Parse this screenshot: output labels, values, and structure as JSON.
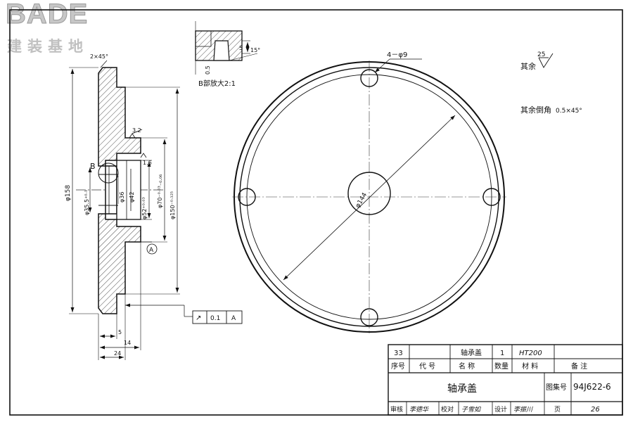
{
  "watermark": {
    "brand": "BADE",
    "subtitle": "建装基地"
  },
  "side_view": {
    "dims": {
      "chamfer": "2×45°",
      "outer_dia": "φ158",
      "groove_dia": "φ35.5⁺⁰·¹",
      "bore_36": "φ36",
      "bore_42": "φ42",
      "dia_52": "φ52⁺⁰·⁰³",
      "dia_70": "φ70⁻⁰·⁰³₋₀.₀₆",
      "dia_150": "φ150⁻⁰·¹²⁵",
      "len_5": "5",
      "len_14": "14",
      "len_24": "24"
    },
    "roughness_32": "3.2",
    "roughness_16": "1.6",
    "detail_label": "B",
    "datum_label": "A",
    "tolerance_frame": {
      "symbol": "↗",
      "value": "0.1",
      "datum": "A"
    }
  },
  "detail_view": {
    "caption": "B部放大2:1",
    "dims": {
      "d5": "5",
      "angle": "15°",
      "d05": "0.5"
    }
  },
  "front_view": {
    "holes_label": "4－φ9",
    "center_dia": "φ144"
  },
  "notes": {
    "roughness_prefix": "其余",
    "roughness_value": "25",
    "chamfer_note": "其余倒角",
    "chamfer_value": "0.5×45°"
  },
  "title_block": {
    "part_row": {
      "seq": "33",
      "code": "",
      "name": "轴承盖",
      "qty": "1",
      "material": "HT200",
      "remark": ""
    },
    "header": {
      "seq": "序号",
      "code": "代  号",
      "name": "名  称",
      "qty": "数量",
      "material": "材  料",
      "remark": "备      注"
    },
    "title": "轴承盖",
    "atlas_label": "图集号",
    "atlas_no": "94J622-6",
    "signatures": {
      "review_label": "审核",
      "review_name": "李德华",
      "check_label": "校对",
      "check_name": "子雪如",
      "design_label": "设计",
      "design_name": "李振川",
      "page_label": "页",
      "page_no": "26"
    }
  }
}
